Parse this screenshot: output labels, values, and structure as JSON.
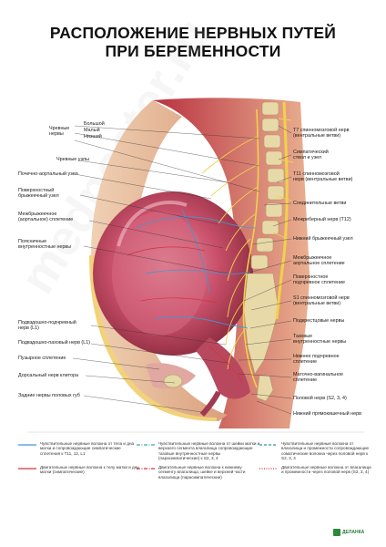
{
  "title": {
    "line1": "РАСПОЛОЖЕНИЕ НЕРВНЫХ ПУТЕЙ",
    "line2": "ПРИ БЕРЕМЕННОСТИ"
  },
  "labels_left": {
    "chrevnye_nervy": "Чревные\nнервы",
    "bolshoi": "Большой",
    "malyi": "Малый",
    "nizshii": "Низший",
    "chrevnye_uzly": "Чревные узлы",
    "pochechno_aortalnyi": "Почечно-аортальный узел",
    "poverkhnostnyi_bryzheechnyi": "Поверхностный\nбрыжеечный узел",
    "mezhbryzheechnoe": "Межбрыжеечное\n(аортальное) сплетение",
    "poyasnichnye": "Поясничные\nвнутренностные нервы",
    "podvzdoshno_podchrevnyi": "Подвздошно-подчревный\nнерв (L1)",
    "podvzdoshno_pakhovyi": "Подвздошно-паховый нерв (L1)",
    "puzyrnoe": "Пузырное сплетение",
    "dorsalnyi": "Дорсальный нерв клитора",
    "zadnie": "Задние нервы половых губ"
  },
  "labels_right": {
    "t7": "T7 спинномозговой нерв\n(вентральные ветви)",
    "simpaticheskii": "Симпатический\nствол и узел",
    "t11": "T11 спинномозговой\nнерв (вентральные ветви)",
    "soedinitelnye": "Соединительные ветви",
    "mezhrebernyi": "Межреберный нерв (T12)",
    "nizhnii_bryzheechnyi": "Нижний брыжеечный узел",
    "mezhbryzheechnoe_aortalnoe": "Межбрыжеечное\nаортальное сплетение",
    "poverkhnostnoe_podchrevnoe": "Поверхностное\nподчревное сплетение",
    "s1": "S1 спинномозговой нерв\n(вентральные ветви)",
    "podkrestsovye": "Подкрестцовые нервы",
    "tazovye": "Тазовые\nвнутренностные нервы",
    "nizhnee_podchrevnoe": "Нижнее подчревное\nсплетение",
    "matochno_vlagalishchnoe": "Маточно-вагинальное\nсплетение",
    "polovoi": "Половой нерв (S2, 3, 4)",
    "nizhnii_pryamokishechnyi": "Нижний прямокишечный нерв"
  },
  "legend": [
    {
      "text": "Чувствительные нервные волокна от тела и дна матки и сопровождающие симпатические сплетения к T11, 12, L1",
      "color": "#3a9ad9",
      "style": "solid"
    },
    {
      "text": "Чувствительные нервные волокна от шейки матки и верхнего сегмента влагалища сопровождающие тазовые внутренностные нервы (парасимпатические) к S2, 3, 4",
      "color": "#3ab0a0",
      "style": "dash-dot"
    },
    {
      "text": "Чувствительные нервные волокна от влагалища и промежности сопровождающие соматические волокна через половой нерв к S2, 3, 4",
      "color": "#2a9a9a",
      "style": "dashed"
    },
    {
      "text": "Двигательные нервные волокна к телу матки и дну матки (симпатические)",
      "color": "#d9303a",
      "style": "solid"
    },
    {
      "text": "Двигательные нервные волокна к нижнему сегменту влагалища, шейке и верхней части влагалища (парасимпатические)",
      "color": "#d9303a",
      "style": "dash-dot"
    },
    {
      "text": "Двигательные нервные волокна от влагалища и промежности через половой нерв (S2, 3, 4)",
      "color": "#d9303a",
      "style": "dotted"
    }
  ],
  "watermark": "medposter.ru",
  "logo": "ДЕЛАНКА",
  "colors": {
    "uterus": "#c9506a",
    "uterus_light": "#e79aa8",
    "abdominal_wall": "#e7b896",
    "fat": "#f2d27a",
    "bone": "#e8d9a8",
    "nerve_yellow": "#f0d24a",
    "nerve_blue": "#3a9ad9",
    "nerve_red": "#d9303a"
  }
}
